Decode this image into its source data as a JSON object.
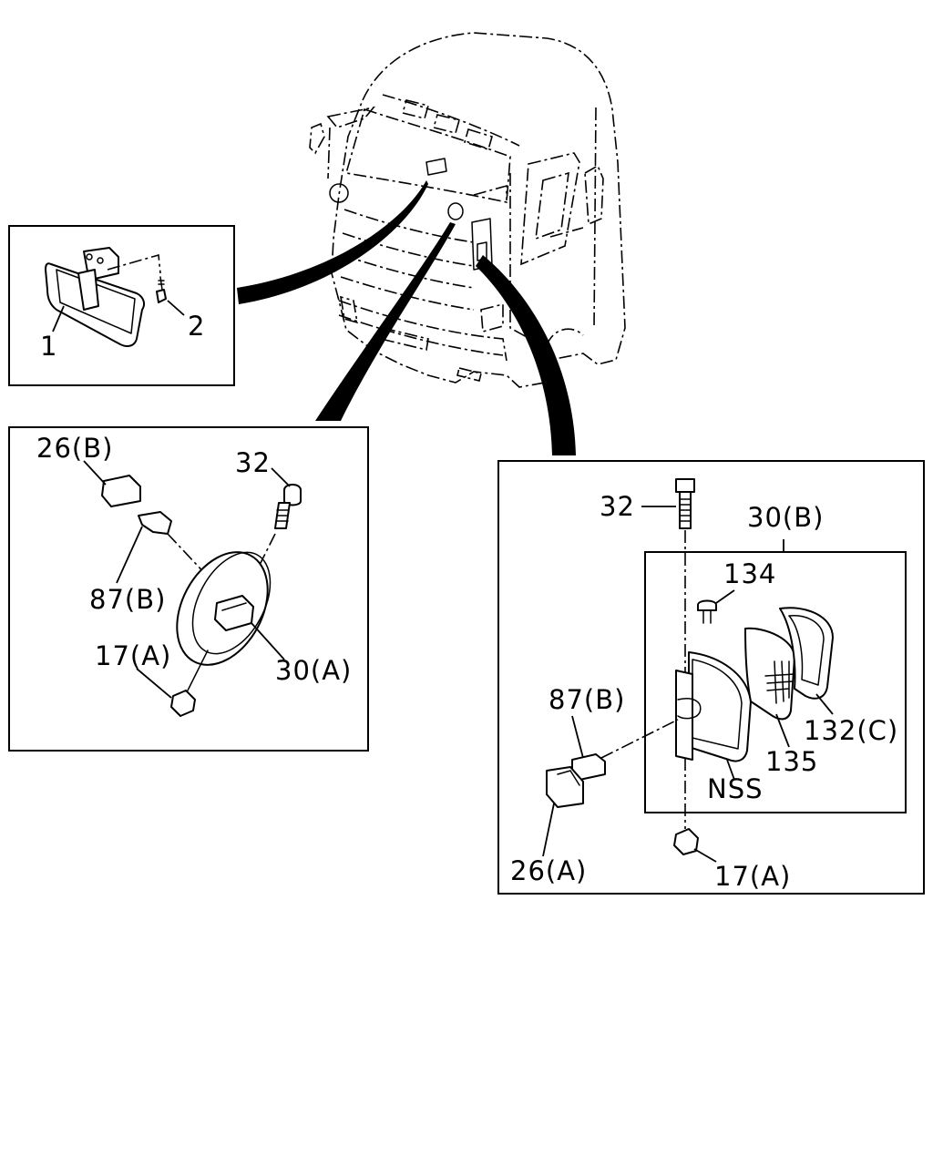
{
  "labels": {
    "mirror_inner": "1",
    "screw": "2",
    "a_cover": "26(B)",
    "a_bolt": "32",
    "a_bracket": "87(B)",
    "a_nut": "17(A)",
    "a_mirror": "30(A)",
    "b_bolt": "32",
    "b_mirror": "30(B)",
    "b_screw": "134",
    "b_bracket": "87(B)",
    "b_frame": "132(C)",
    "b_glass": "135",
    "b_body": "NSS",
    "b_cover": "26(A)",
    "b_nut": "17(A)"
  }
}
